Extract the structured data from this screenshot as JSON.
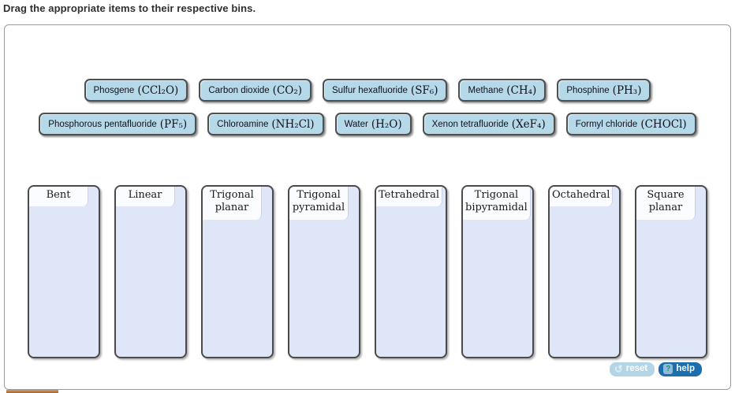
{
  "title": "Drag the appropriate items to their respective bins.",
  "chips": {
    "row1": [
      {
        "name": "Phosgene",
        "formula": "(CCl₂O)"
      },
      {
        "name": "Carbon dioxide",
        "formula": "(CO₂)"
      },
      {
        "name": "Sulfur hexafluoride",
        "formula": "(SF₆)"
      },
      {
        "name": "Methane",
        "formula": "(CH₄)"
      },
      {
        "name": "Phosphine",
        "formula": "(PH₃)"
      }
    ],
    "row2": [
      {
        "name": "Phosphorous pentafluoride",
        "formula": "(PF₅)"
      },
      {
        "name": "Chloroamine",
        "formula": "(NH₂Cl)"
      },
      {
        "name": "Water",
        "formula": "(H₂O)"
      },
      {
        "name": "Xenon tetrafluoride",
        "formula": "(XeF₄)"
      },
      {
        "name": "Formyl chloride",
        "formula": "(CHOCl)"
      }
    ]
  },
  "bins": [
    "Bent",
    "Linear",
    "Trigonal planar",
    "Trigonal pyramidal",
    "Tetrahedral",
    "Trigonal bipyramidal",
    "Octahedral",
    "Square planar"
  ],
  "buttons": {
    "reset_label": "reset",
    "help_label": "help"
  },
  "icons": {
    "reset": "↺",
    "help": "?"
  },
  "colors": {
    "chip_fill": "#b5d9e9",
    "bin_body": "#dfe6f7",
    "bin_label_bg": "#fafcff",
    "reset_bg": "#b4d5e6",
    "help_bg": "#1c6ead",
    "panel_border": "#9a9a9a"
  }
}
